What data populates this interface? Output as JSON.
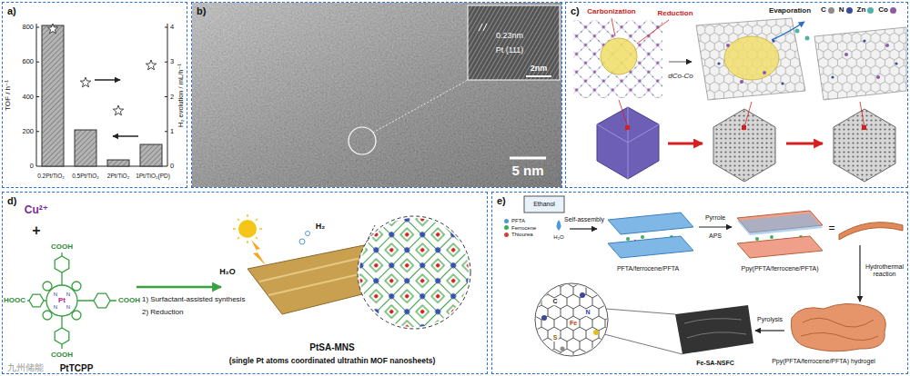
{
  "diagram": {
    "nodes": [
      {
        "text": [
          "a)"
        ]
      },
      {
        "text": [
          "b)"
        ]
      },
      {
        "text": [
          "c)"
        ]
      },
      {
        "text": [
          "d)"
        ]
      },
      {
        "text": [
          "e)"
        ]
      }
    ],
    "labels": [
      "TOF / h⁻¹",
      "H₂ evolution / mL/h⁻¹",
      "0",
      "200",
      "400",
      "600",
      "800",
      "0",
      "1",
      "2",
      "3",
      "4",
      "0.2Pt/TiO₂",
      "0.5Pt/TiO₂",
      "2Pt/TiO₂",
      "1Pt/TiO₂(PD)",
      "0.23nm",
      "Pt (111)",
      "2nm",
      "5 nm",
      "Carbonization",
      "Reduction",
      "Evaporation",
      "dCo-Co",
      "Cu²⁺",
      "+",
      "COOH",
      "HOOC",
      "COOH",
      "COOH",
      "Pt",
      "N",
      "N",
      "N",
      "N",
      "PtTCPP",
      "1) Surfactant-assisted synthesis",
      "2) Reduction",
      "H₂O",
      "H₂",
      "PtSA-MNS",
      "(single Pt atoms coordinated ultrathin MOF nanosheets)",
      "Ethanol",
      "H₂O",
      "Self-assembly",
      "PFTA/ferrocene/PFTA",
      "Pyrrole",
      "APS",
      "Ppy(PFTA/ferrocene/PFTA)",
      "=",
      "Hydrothermal reaction",
      "Ppy(PFTA/ferrocene/PFTA) hydrogel",
      "Pyrolysis",
      "Fe-SA-NSFC",
      "C",
      "N",
      "S",
      "Fe",
      "九州储能"
    ],
    "legend": [
      {
        "text": "C",
        "color": "#8c8c8c"
      },
      {
        "text": "N",
        "color": "#3b4b9a"
      },
      {
        "text": "Zn",
        "color": "#4fb3a9"
      },
      {
        "text": "Co",
        "color": "#8e5aa8"
      },
      {
        "text": "PFTA",
        "color": "#4a9ad8"
      },
      {
        "text": "Ferrocene",
        "color": "#3fae5a"
      },
      {
        "text": "Thiourea",
        "color": "#d04040"
      }
    ]
  }
}
